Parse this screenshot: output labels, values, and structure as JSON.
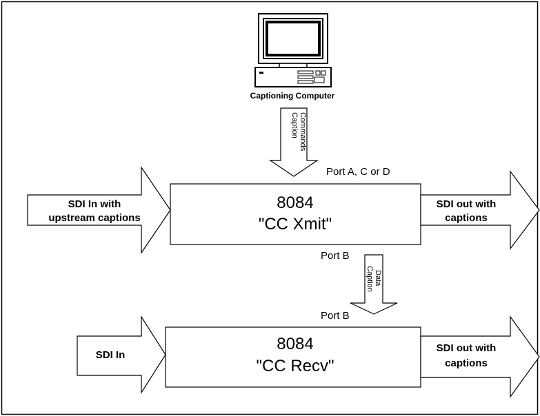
{
  "computer": {
    "label": "Captioning Computer",
    "icon": "desktop-computer-icon"
  },
  "top_arrow": {
    "line1": "Caption",
    "line2": "Commands"
  },
  "mid_arrow": {
    "line1": "Caption",
    "line2": "Data"
  },
  "xmit": {
    "title": "8084",
    "subtitle": "\"CC Xmit\"",
    "port_top": "Port A, C or D",
    "port_bottom": "Port B",
    "input": {
      "line1": "SDI In with",
      "line2": "upstream captions"
    },
    "output": {
      "line1": "SDI out with",
      "line2": "captions"
    }
  },
  "recv": {
    "title": "8084",
    "subtitle": "\"CC Recv\"",
    "port_top": "Port B",
    "input": {
      "line1": "SDI In"
    },
    "output": {
      "line1": "SDI out with",
      "line2": "captions"
    }
  }
}
